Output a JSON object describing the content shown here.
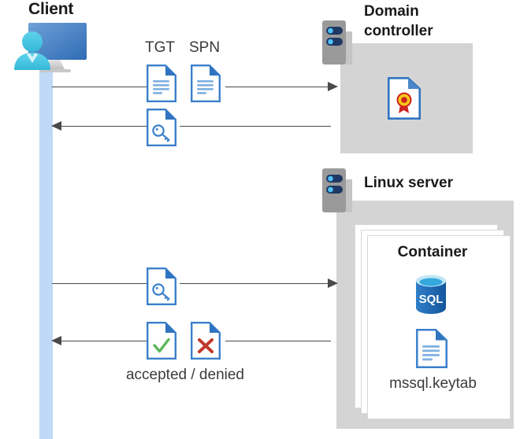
{
  "diagram": {
    "title_client": "Client",
    "title_domain_controller": "Domain\ncontroller",
    "title_domain_controller_line1": "Domain",
    "title_domain_controller_line2": "controller",
    "title_linux_server": "Linux server",
    "title_container": "Container",
    "label_tgt": "TGT",
    "label_spn": "SPN",
    "label_keytab": "mssql.keytab",
    "label_accepted_denied": "accepted / denied",
    "colors": {
      "lifeline": "#bfd9f7",
      "panel_gray": "#d4d4d4",
      "doc_blue": "#3b80cc",
      "doc_fold_blue": "#2f74c0",
      "arrow_gray": "#4a4a4a",
      "sql_blue": "#1b6ec2",
      "check_green": "#5cb85c",
      "cross_red": "#c0392b",
      "seal_yellow": "#f5c518",
      "seal_red": "#cc2222",
      "server_gray": "#9a9a9a",
      "server_navy": "#1f3864",
      "person_cyan": "#41c4e0",
      "monitor_blue": "#4a86c8",
      "text_dark": "#1a1a1a",
      "text_body": "#3b3b3b"
    },
    "icons": [
      {
        "name": "client-computer-user-icon",
        "label": "Client"
      },
      {
        "name": "document-tgt-icon",
        "label": "TGT"
      },
      {
        "name": "document-spn-icon",
        "label": "SPN"
      },
      {
        "name": "document-key-icon-upper",
        "label": ""
      },
      {
        "name": "document-key-icon-lower",
        "label": ""
      },
      {
        "name": "document-check-accepted-icon",
        "label": ""
      },
      {
        "name": "document-cross-denied-icon",
        "label": ""
      },
      {
        "name": "server-rack-icon-dc",
        "label": "Domain controller"
      },
      {
        "name": "server-rack-icon-linux",
        "label": "Linux server"
      },
      {
        "name": "certificate-document-icon",
        "label": ""
      },
      {
        "name": "sql-database-icon",
        "label": "SQL"
      },
      {
        "name": "document-keytab-icon",
        "label": "mssql.keytab"
      }
    ],
    "arrows": [
      {
        "name": "arrow-client-to-dc-request",
        "direction": "right"
      },
      {
        "name": "arrow-dc-to-client-response",
        "direction": "left"
      },
      {
        "name": "arrow-client-to-linux-request",
        "direction": "right"
      },
      {
        "name": "arrow-linux-to-client-response",
        "direction": "left"
      }
    ]
  }
}
